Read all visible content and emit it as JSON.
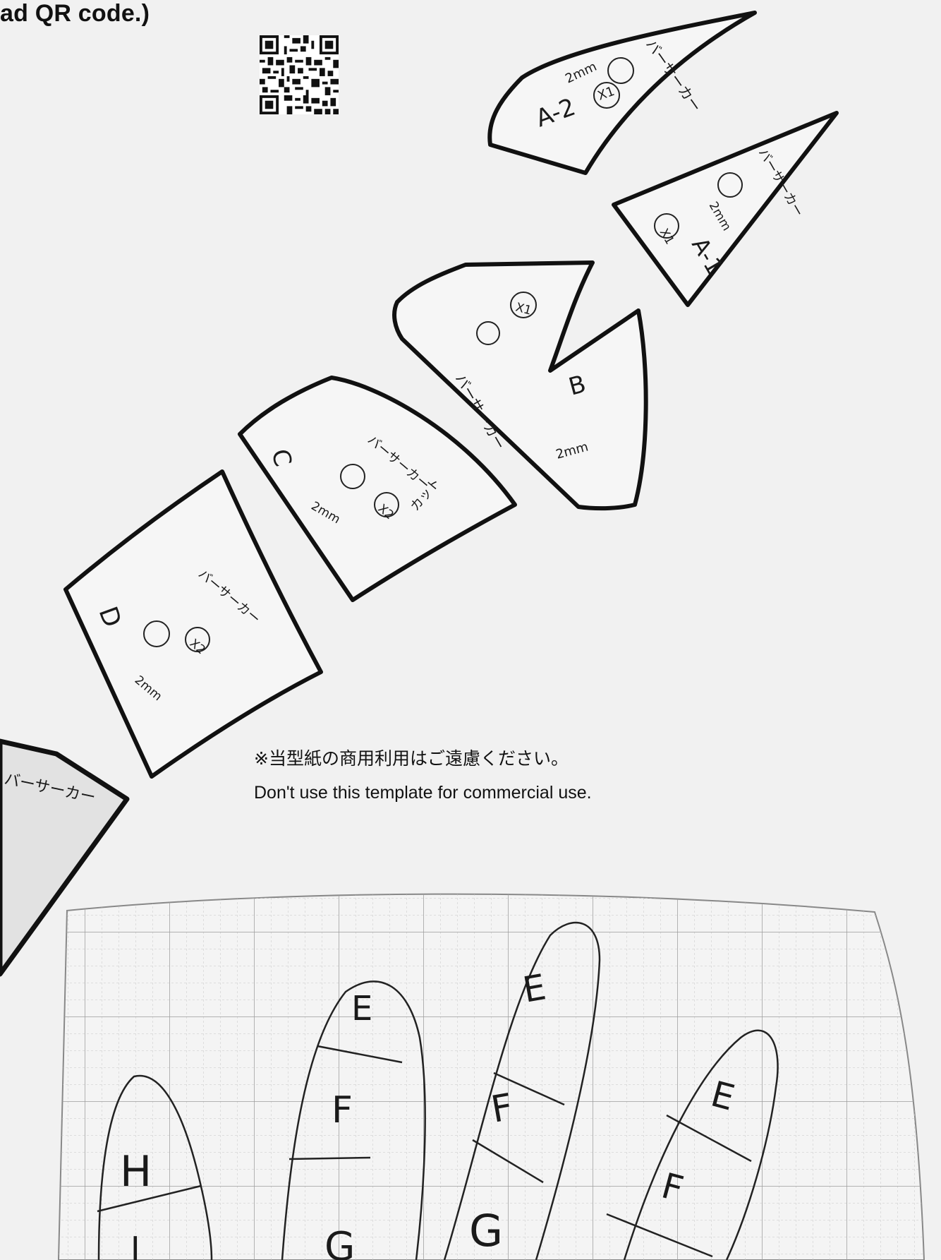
{
  "header": {
    "qr_caption_fragment": "ad QR code.)"
  },
  "notice": {
    "japanese": "※当型紙の商用利用はご遠慮ください。",
    "english": "Don't use this template for commercial use."
  },
  "pieces": {
    "A2": {
      "name": "A-2",
      "note": "バーサーカー",
      "count": "X1",
      "size": "2mm"
    },
    "A1": {
      "name": "A-1",
      "note": "バーサーカー",
      "count": "X1",
      "size": "2mm"
    },
    "B": {
      "name": "B",
      "note": "バーサーカー",
      "count": "X1",
      "size": "2mm"
    },
    "C": {
      "name": "C",
      "note": "バーサーカー",
      "count": "X2",
      "size": "2mm",
      "extra": "カット"
    },
    "D": {
      "name": "D",
      "note": "バーサーカー",
      "count": "X2",
      "size": "2mm"
    },
    "partial": {
      "note": "バーサーカー"
    }
  },
  "hand_letters": [
    "H",
    "I",
    "E",
    "F",
    "G",
    "E",
    "F",
    "G",
    "E",
    "F"
  ],
  "colors": {
    "paper": "#f1f1f1",
    "ink": "#111111",
    "grid": "#b9b9b9",
    "piece_fill": "#f7f7f7"
  }
}
